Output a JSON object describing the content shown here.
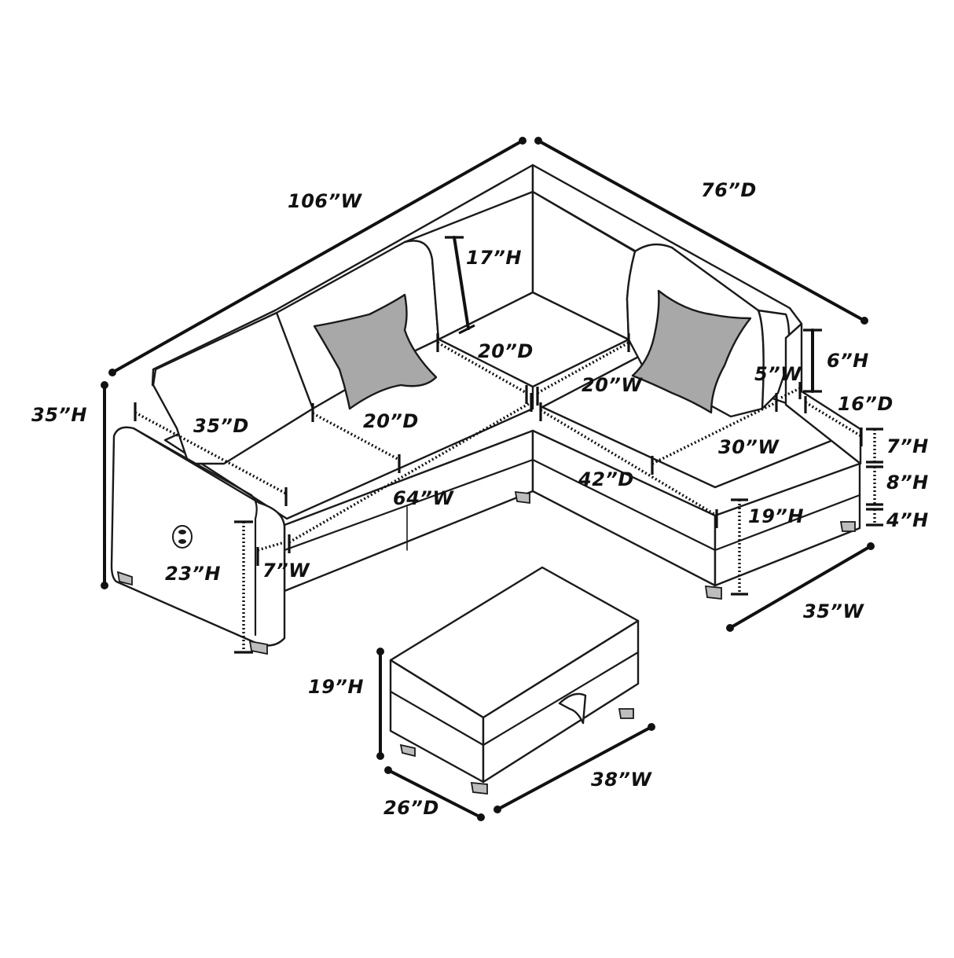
{
  "colors": {
    "line": "#1a1a1a",
    "pillow": "#a8a8a8",
    "leg": "#bdbdbd",
    "background": "#ffffff"
  },
  "dimensions": {
    "overall_width": "106”W",
    "overall_depth": "76”D",
    "overall_height": "35”H",
    "back_cushion_height": "17”H",
    "middle_seat_depth": "20”D",
    "left_seat_depth": "35”D",
    "left_cushion_depth": "20”D",
    "back_seat_width": "20”W",
    "armrest_width_right": "5”W",
    "armrest_extra_height": "6”H",
    "armrest_depth_right": "16”D",
    "long_seat_width": "64”W",
    "chaise_depth": "42”D",
    "chaise_seat_width": "30”W",
    "cushion_height": "7”H",
    "base_height": "8”H",
    "leg_height": "4”H",
    "seat_height": "19”H",
    "arm_height": "23”H",
    "left_arm_width": "7”W",
    "chaise_width": "35”W",
    "ottoman_height": "19”H",
    "ottoman_width": "38”W",
    "ottoman_depth": "26”D"
  }
}
